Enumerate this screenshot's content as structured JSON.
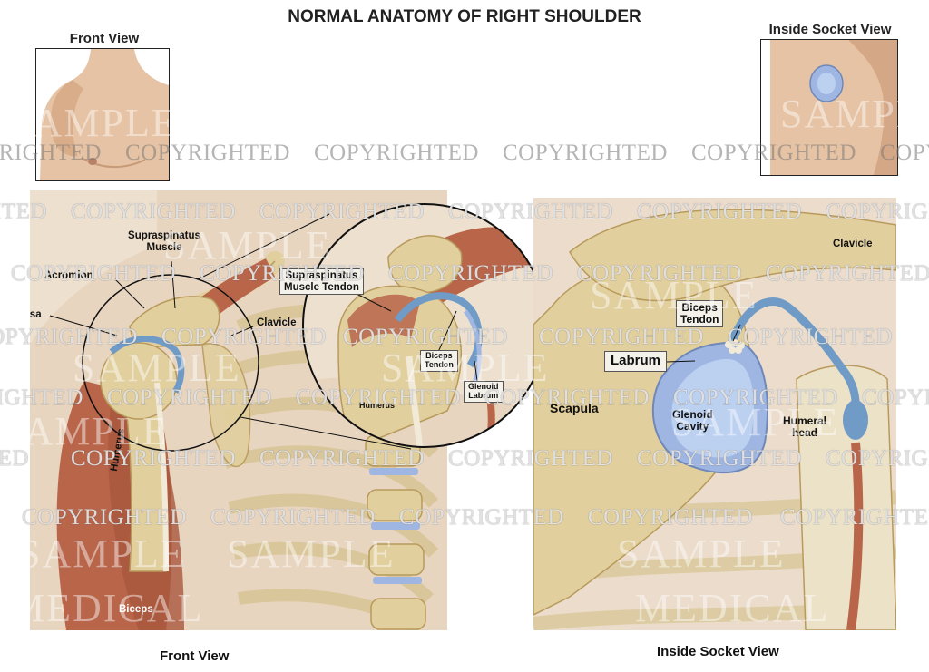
{
  "title": "NORMAL ANATOMY OF RIGHT SHOULDER",
  "thumbnails": {
    "front": "Front View",
    "inside": "Inside Socket View"
  },
  "captions": {
    "front": "Front View",
    "inside": "Inside Socket View"
  },
  "front_labels": {
    "supraspinatus_muscle_1": "Supraspinatus",
    "supraspinatus_muscle_2": "Muscle",
    "acromion": "Acromion",
    "bursa": "Bursa",
    "clavicle": "Clavicle",
    "humerus": "Humerus",
    "biceps": "Biceps"
  },
  "zoom_labels": {
    "tendon_1": "Supraspinatus",
    "tendon_2": "Muscle Tendon",
    "biceps_tendon_1": "Biceps",
    "biceps_tendon_2": "Tendon",
    "glenoid_labrum_1": "Glenoid",
    "glenoid_labrum_2": "Labrum",
    "humerus": "Humerus"
  },
  "socket_labels": {
    "clavicle": "Clavicle",
    "biceps_tendon_1": "Biceps",
    "biceps_tendon_2": "Tendon",
    "labrum": "Labrum",
    "scapula": "Scapula",
    "glenoid_cavity_1": "Glenoid",
    "glenoid_cavity_2": "Cavity",
    "humeral_head_1": "Humeral",
    "humeral_head_2": "head"
  },
  "watermark": {
    "copyrighted": "COPYRIGHTED",
    "sample": "SAMPLE",
    "medical": "MEDICAL"
  },
  "colors": {
    "bone": "#e2cf9e",
    "bone_shadow": "#b89a5c",
    "muscle": "#b8654a",
    "tendon": "#6f9bc6",
    "cartilage": "#9fb6e2",
    "skin": "#e6c3a4",
    "background_tint": "#ebdccb"
  }
}
